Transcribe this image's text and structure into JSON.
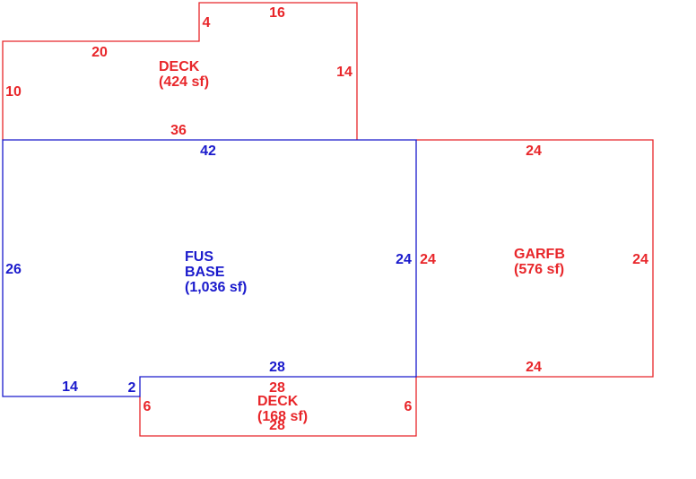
{
  "colors": {
    "deck": "#e8262a",
    "living": "#1a1acc",
    "garage": "#e8262a"
  },
  "areas": {
    "deck_top": {
      "name": "DECK",
      "size": "(424 sf)",
      "dims": {
        "top_right": "16",
        "step": "4",
        "top_left": "20",
        "left": "10",
        "right": "14",
        "bottom": "36"
      }
    },
    "fus_base": {
      "name_line1": "FUS",
      "name_line2": "BASE",
      "size": "(1,036 sf)",
      "dims": {
        "top": "42",
        "left": "26",
        "right": "24",
        "bottom_right": "28",
        "bottom_left": "14",
        "step": "2"
      }
    },
    "garfb": {
      "name": "GARFB",
      "size": "(576 sf)",
      "dims": {
        "top": "24",
        "left": "24",
        "right": "24",
        "bottom": "24"
      }
    },
    "deck_bottom": {
      "name": "DECK",
      "size": "(168 sf)",
      "dims": {
        "top": "28",
        "left": "6",
        "right": "6",
        "bottom": "28"
      }
    }
  }
}
